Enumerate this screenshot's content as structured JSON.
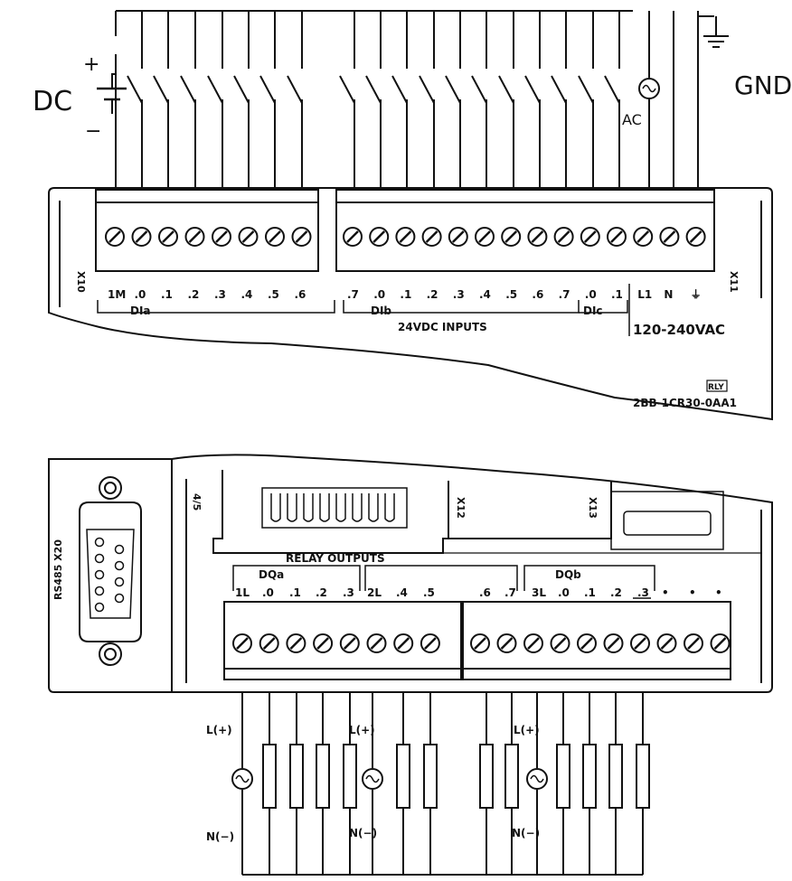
{
  "top": {
    "dc_label": "DC",
    "dc_plus": "+",
    "dc_minus": "−",
    "gnd_label": "GND",
    "ac_label": "AC",
    "left_connector": "X10",
    "right_connector": "X11",
    "terminals_group1": [
      "1M",
      ".0",
      ".1",
      ".2",
      ".3",
      ".4",
      ".5",
      ".6"
    ],
    "terminals_group2": [
      ".7",
      ".0",
      ".1",
      ".2",
      ".3",
      ".4",
      ".5",
      ".6",
      ".7",
      ".0",
      ".1"
    ],
    "power_terminals": [
      "L1",
      "N",
      "⏚"
    ],
    "dia_label": "DIa",
    "dib_label": "DIb",
    "dic_label": "DIc",
    "inputs_label": "24VDC INPUTS",
    "power_label": "120-240VAC",
    "model_tag": "RLY",
    "model_number": "2BB-1CR30-0AA1"
  },
  "bottom": {
    "rs485_label": "RS485 X20",
    "x12_label": "X12",
    "x13_label": "X13",
    "side_label": "4/5",
    "relay_outputs_label": "RELAY OUTPUTS",
    "doa_label": "DQa",
    "dob_label": "DQb",
    "terminals_a": [
      "1L",
      ".0",
      ".1",
      ".2",
      ".3"
    ],
    "terminals_b": [
      "2L",
      ".4",
      ".5",
      ".6",
      ".7"
    ],
    "terminals_c": [
      "3L",
      ".0",
      ".1",
      ".2",
      ".3",
      "•",
      "•",
      "•"
    ],
    "supply_top": [
      "L(+)",
      "L(+)",
      "L(+)"
    ],
    "supply_bottom": [
      "N(−)",
      "N(−)",
      "N(−)"
    ]
  },
  "colors": {
    "line": "#111111",
    "screw_fill": "#ffffff"
  }
}
